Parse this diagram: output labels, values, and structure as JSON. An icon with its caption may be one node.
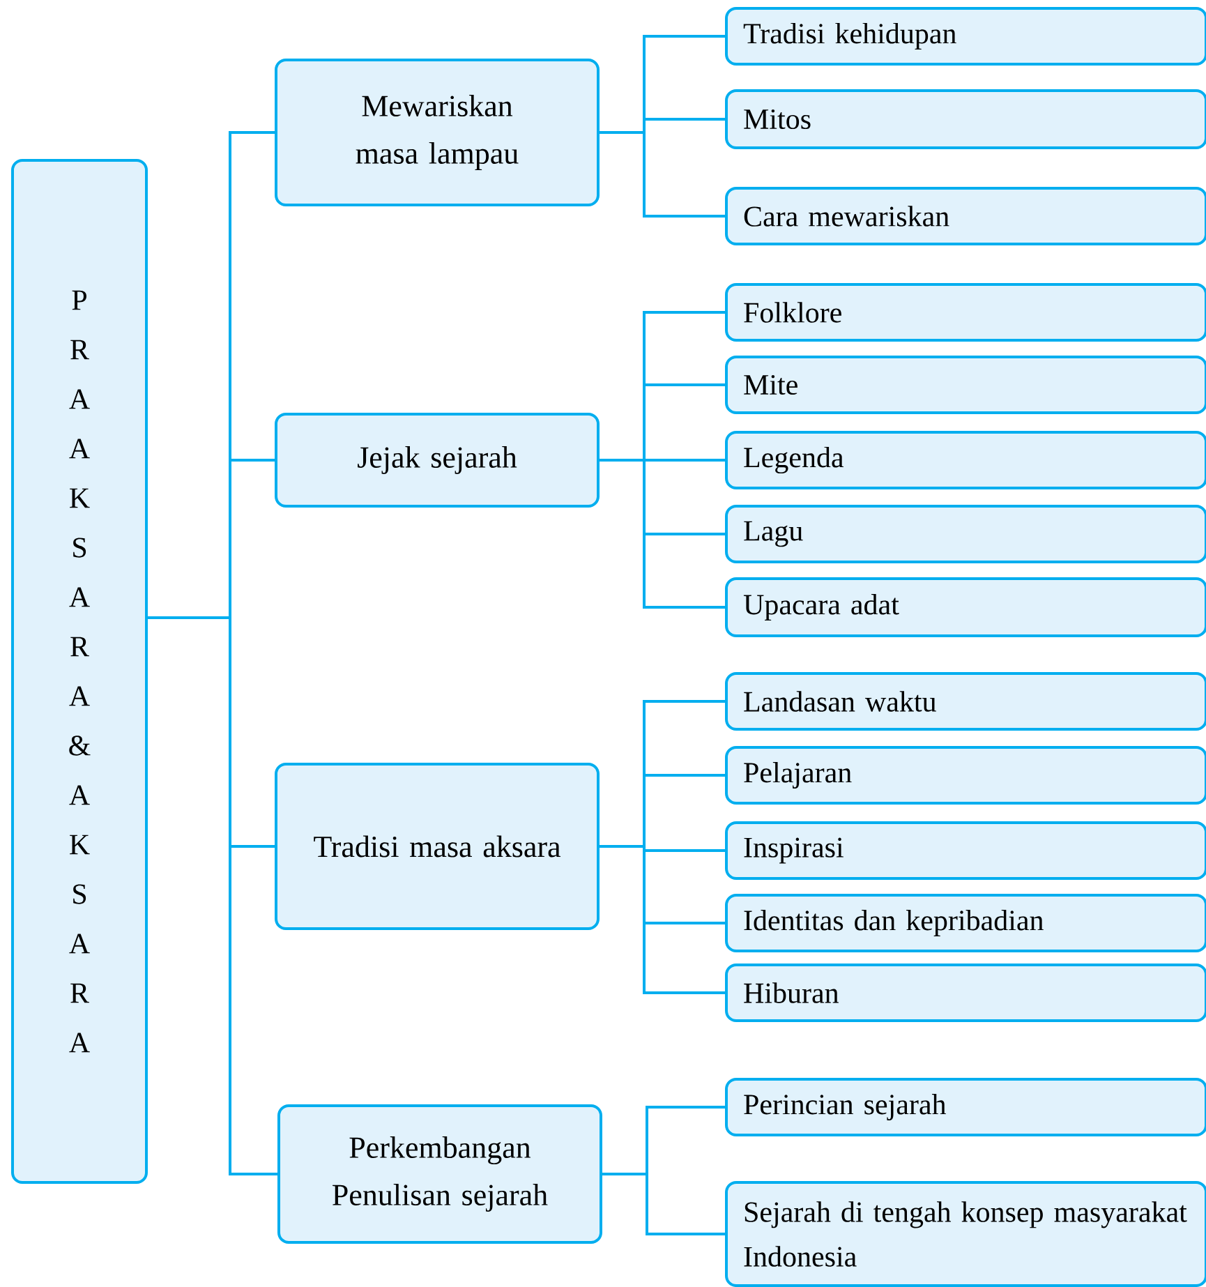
{
  "diagram": {
    "nodes": [
      {
        "text": [
          "P R A A K S A R A & A K S A R A"
        ]
      },
      {
        "text": [
          "Mewariskan masa lampau"
        ]
      },
      {
        "text": [
          "Tradisi kehidupan"
        ]
      },
      {
        "text": [
          "Mitos"
        ]
      },
      {
        "text": [
          "Cara mewariskan"
        ]
      },
      {
        "text": [
          "Jejak sejarah"
        ]
      },
      {
        "text": [
          "Folklore"
        ]
      },
      {
        "text": [
          "Mite"
        ]
      },
      {
        "text": [
          "Legenda"
        ]
      },
      {
        "text": [
          "Lagu"
        ]
      },
      {
        "text": [
          "Upacara adat"
        ]
      },
      {
        "text": [
          "Tradisi masa aksara"
        ]
      },
      {
        "text": [
          "Landasan waktu"
        ]
      },
      {
        "text": [
          "Pelajaran"
        ]
      },
      {
        "text": [
          "Inspirasi"
        ]
      },
      {
        "text": [
          "Identitas dan kepribadian"
        ]
      },
      {
        "text": [
          "Hiburan"
        ]
      },
      {
        "text": [
          "Perkembangan Penulisan sejarah"
        ]
      },
      {
        "text": [
          "Perincian sejarah"
        ]
      },
      {
        "text": [
          "Sejarah di tengah konsep masyarakat Indonesia"
        ]
      }
    ],
    "edges": [
      {
        "from": 0,
        "to": 1,
        "arrow": "none"
      },
      {
        "from": 0,
        "to": 5,
        "arrow": "none"
      },
      {
        "from": 0,
        "to": 11,
        "arrow": "none"
      },
      {
        "from": 0,
        "to": 17,
        "arrow": "none"
      },
      {
        "from": 1,
        "to": 2,
        "arrow": "none"
      },
      {
        "from": 1,
        "to": 3,
        "arrow": "none"
      },
      {
        "from": 1,
        "to": 4,
        "arrow": "none"
      },
      {
        "from": 5,
        "to": 6,
        "arrow": "none"
      },
      {
        "from": 5,
        "to": 7,
        "arrow": "none"
      },
      {
        "from": 5,
        "to": 8,
        "arrow": "none"
      },
      {
        "from": 5,
        "to": 9,
        "arrow": "none"
      },
      {
        "from": 5,
        "to": 10,
        "arrow": "none"
      },
      {
        "from": 11,
        "to": 12,
        "arrow": "none"
      },
      {
        "from": 11,
        "to": 13,
        "arrow": "none"
      },
      {
        "from": 11,
        "to": 14,
        "arrow": "none"
      },
      {
        "from": 11,
        "to": 15,
        "arrow": "none"
      },
      {
        "from": 11,
        "to": 16,
        "arrow": "none"
      },
      {
        "from": 17,
        "to": 18,
        "arrow": "none"
      },
      {
        "from": 17,
        "to": 19,
        "arrow": "none"
      }
    ]
  }
}
